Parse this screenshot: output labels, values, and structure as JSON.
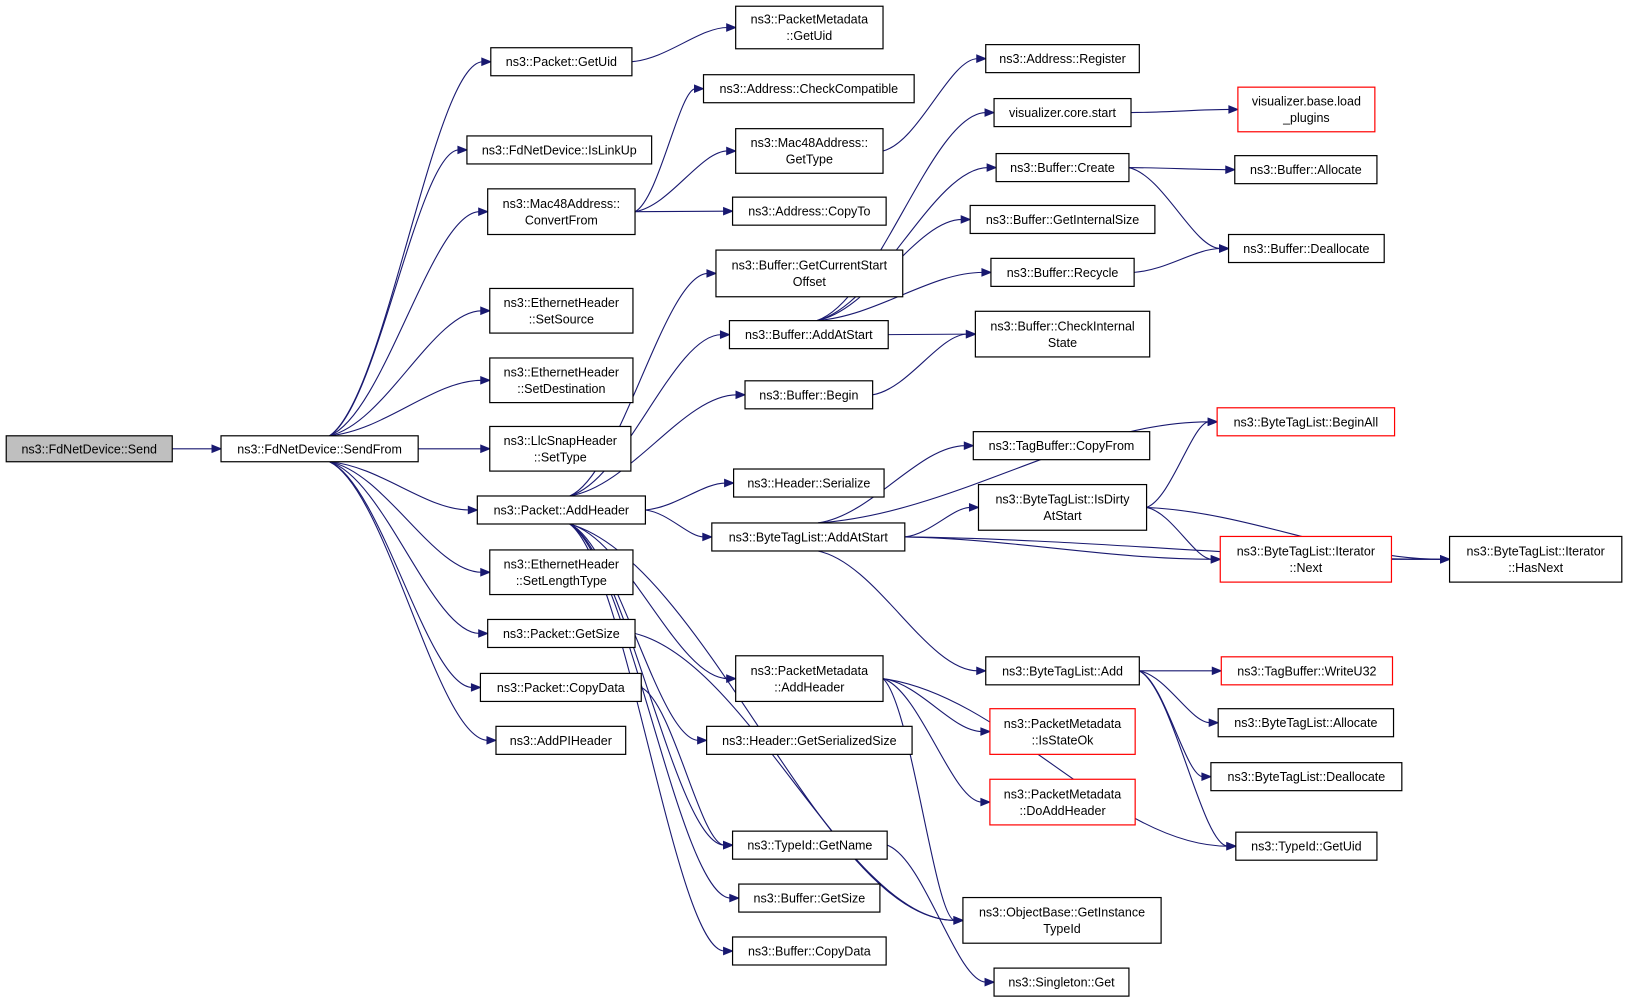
{
  "colors": {
    "edge": "#191970",
    "node_border": "#000000",
    "node_border_truncated": "#ff0000",
    "root_fill": "#bfbfbf",
    "node_fill": "#ffffff"
  },
  "nodes": [
    {
      "id": "send",
      "lines": [
        "ns3::FdNetDevice::Send"
      ],
      "style": "root"
    },
    {
      "id": "sendfrom",
      "lines": [
        "ns3::FdNetDevice::SendFrom"
      ]
    },
    {
      "id": "pkt_getuid",
      "lines": [
        "ns3::Packet::GetUid"
      ]
    },
    {
      "id": "islinkup",
      "lines": [
        "ns3::FdNetDevice::IsLinkUp"
      ]
    },
    {
      "id": "mac_convert",
      "lines": [
        "ns3::Mac48Address::",
        "ConvertFrom"
      ]
    },
    {
      "id": "eth_setsource",
      "lines": [
        "ns3::EthernetHeader",
        "::SetSource"
      ]
    },
    {
      "id": "eth_setdest",
      "lines": [
        "ns3::EthernetHeader",
        "::SetDestination"
      ]
    },
    {
      "id": "llc_settype",
      "lines": [
        "ns3::LlcSnapHeader",
        "::SetType"
      ]
    },
    {
      "id": "pkt_addheader",
      "lines": [
        "ns3::Packet::AddHeader"
      ]
    },
    {
      "id": "eth_setlen",
      "lines": [
        "ns3::EthernetHeader",
        "::SetLengthType"
      ]
    },
    {
      "id": "pkt_getsize",
      "lines": [
        "ns3::Packet::GetSize"
      ]
    },
    {
      "id": "pkt_copydata",
      "lines": [
        "ns3::Packet::CopyData"
      ]
    },
    {
      "id": "addpi",
      "lines": [
        "ns3::AddPIHeader"
      ]
    },
    {
      "id": "pm_getuid",
      "lines": [
        "ns3::PacketMetadata",
        "::GetUid"
      ]
    },
    {
      "id": "addr_checkcompat",
      "lines": [
        "ns3::Address::CheckCompatible"
      ]
    },
    {
      "id": "mac_gettype",
      "lines": [
        "ns3::Mac48Address::",
        "GetType"
      ]
    },
    {
      "id": "addr_copyto",
      "lines": [
        "ns3::Address::CopyTo"
      ]
    },
    {
      "id": "buf_getcurstart",
      "lines": [
        "ns3::Buffer::GetCurrentStart",
        "Offset"
      ]
    },
    {
      "id": "buf_addatstart",
      "lines": [
        "ns3::Buffer::AddAtStart"
      ]
    },
    {
      "id": "buf_begin",
      "lines": [
        "ns3::Buffer::Begin"
      ]
    },
    {
      "id": "hdr_serialize",
      "lines": [
        "ns3::Header::Serialize"
      ]
    },
    {
      "id": "btl_addatstart",
      "lines": [
        "ns3::ByteTagList::AddAtStart"
      ]
    },
    {
      "id": "pm_addheader",
      "lines": [
        "ns3::PacketMetadata",
        "::AddHeader"
      ]
    },
    {
      "id": "hdr_getsersize",
      "lines": [
        "ns3::Header::GetSerializedSize"
      ]
    },
    {
      "id": "tid_getname",
      "lines": [
        "ns3::TypeId::GetName"
      ]
    },
    {
      "id": "buf_getsize",
      "lines": [
        "ns3::Buffer::GetSize"
      ]
    },
    {
      "id": "buf_copydata",
      "lines": [
        "ns3::Buffer::CopyData"
      ]
    },
    {
      "id": "addr_register",
      "lines": [
        "ns3::Address::Register"
      ]
    },
    {
      "id": "vis_core_start",
      "lines": [
        "visualizer.core.start"
      ]
    },
    {
      "id": "buf_create",
      "lines": [
        "ns3::Buffer::Create"
      ]
    },
    {
      "id": "buf_getintsize",
      "lines": [
        "ns3::Buffer::GetInternalSize"
      ]
    },
    {
      "id": "buf_recycle",
      "lines": [
        "ns3::Buffer::Recycle"
      ]
    },
    {
      "id": "buf_checkint",
      "lines": [
        "ns3::Buffer::CheckInternal",
        "State"
      ]
    },
    {
      "id": "tagbuf_copyfrom",
      "lines": [
        "ns3::TagBuffer::CopyFrom"
      ]
    },
    {
      "id": "btl_isdirty",
      "lines": [
        "ns3::ByteTagList::IsDirty",
        "AtStart"
      ]
    },
    {
      "id": "btl_add",
      "lines": [
        "ns3::ByteTagList::Add"
      ]
    },
    {
      "id": "pm_isstateok",
      "lines": [
        "ns3::PacketMetadata",
        "::IsStateOk"
      ],
      "style": "truncated"
    },
    {
      "id": "pm_doaddheader",
      "lines": [
        "ns3::PacketMetadata",
        "::DoAddHeader"
      ],
      "style": "truncated"
    },
    {
      "id": "objbase_getinst",
      "lines": [
        "ns3::ObjectBase::GetInstance",
        "TypeId"
      ]
    },
    {
      "id": "singleton_get",
      "lines": [
        "ns3::Singleton::Get"
      ]
    },
    {
      "id": "vis_loadplugins",
      "lines": [
        "visualizer.base.load",
        "_plugins"
      ],
      "style": "truncated"
    },
    {
      "id": "buf_allocate",
      "lines": [
        "ns3::Buffer::Allocate"
      ]
    },
    {
      "id": "buf_deallocate",
      "lines": [
        "ns3::Buffer::Deallocate"
      ]
    },
    {
      "id": "btl_beginall",
      "lines": [
        "ns3::ByteTagList::BeginAll"
      ],
      "style": "truncated"
    },
    {
      "id": "btl_iter_next",
      "lines": [
        "ns3::ByteTagList::Iterator",
        "::Next"
      ],
      "style": "truncated"
    },
    {
      "id": "btl_iter_hasnext",
      "lines": [
        "ns3::ByteTagList::Iterator",
        "::HasNext"
      ]
    },
    {
      "id": "tagbuf_writeu32",
      "lines": [
        "ns3::TagBuffer::WriteU32"
      ],
      "style": "truncated"
    },
    {
      "id": "btl_allocate",
      "lines": [
        "ns3::ByteTagList::Allocate"
      ]
    },
    {
      "id": "btl_deallocate",
      "lines": [
        "ns3::ByteTagList::Deallocate"
      ]
    },
    {
      "id": "tid_getuid",
      "lines": [
        "ns3::TypeId::GetUid"
      ]
    }
  ]
}
